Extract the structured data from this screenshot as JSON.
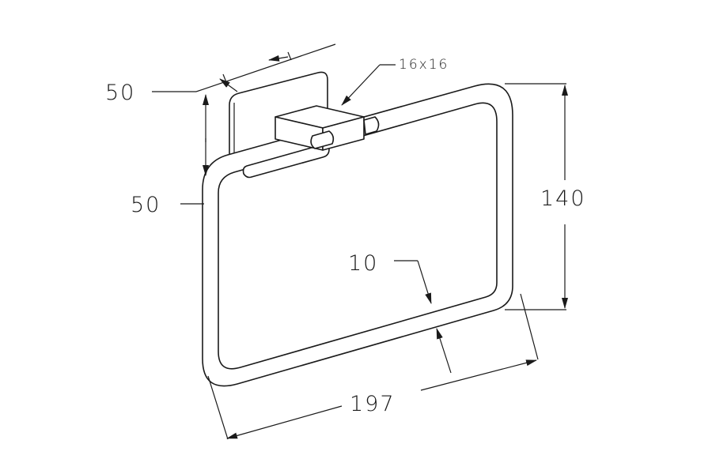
{
  "dimensions": {
    "depth": "50",
    "height_mount": "50",
    "tube_section": "16x16",
    "frame_height": "140",
    "tube_thickness": "10",
    "frame_width": "197"
  },
  "colors": {
    "ink": "#1a1a1a",
    "background": "#ffffff"
  }
}
